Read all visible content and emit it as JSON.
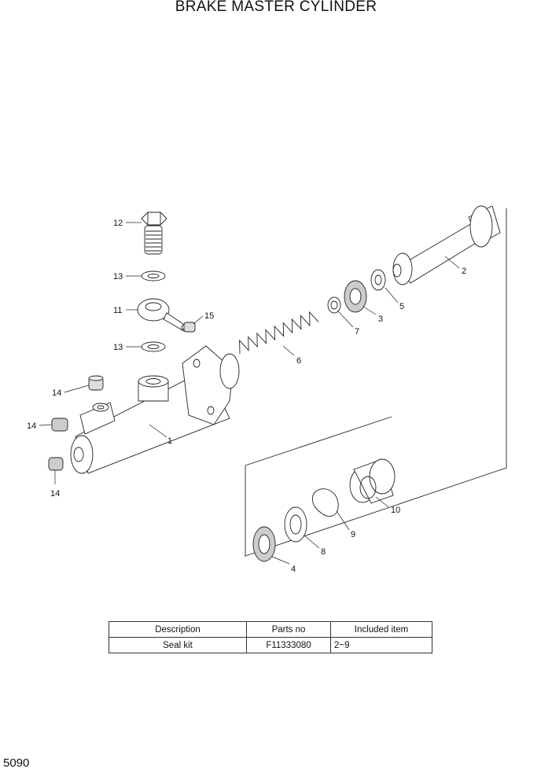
{
  "title": "BRAKE MASTER CYLINDER",
  "page_number": "5090",
  "callouts": {
    "c1": "1",
    "c2": "2",
    "c3": "3",
    "c4": "4",
    "c5": "5",
    "c6": "6",
    "c7": "7",
    "c8": "8",
    "c9": "9",
    "c10": "10",
    "c11": "11",
    "c12": "12",
    "c13a": "13",
    "c13b": "13",
    "c14a": "14",
    "c14b": "14",
    "c14c": "14",
    "c15": "15"
  },
  "table": {
    "headers": [
      "Description",
      "Parts no",
      "Included item"
    ],
    "rows": [
      [
        "Seal kit",
        "F11333080",
        "2~9"
      ]
    ]
  }
}
